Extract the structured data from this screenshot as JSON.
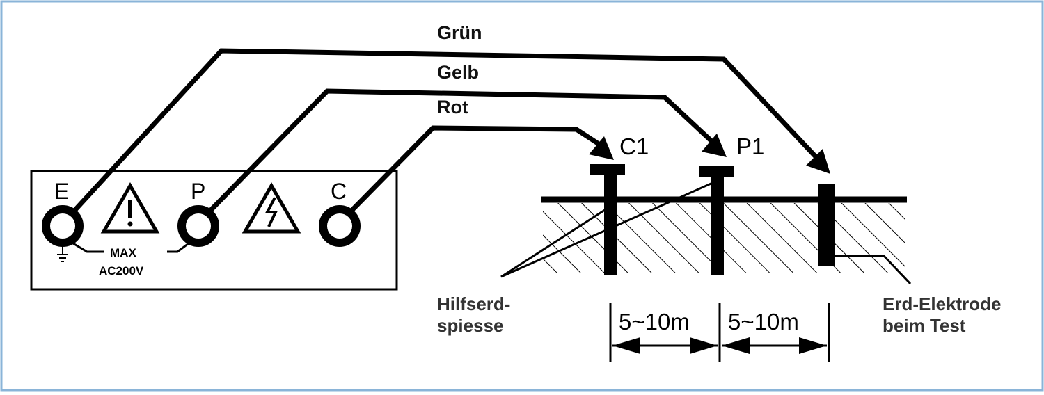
{
  "wires": {
    "green": "Grün",
    "yellow": "Gelb",
    "red": "Rot"
  },
  "meter": {
    "terminal_e": "E",
    "terminal_p": "P",
    "terminal_c": "C",
    "max_line1": "MAX",
    "max_line2": "AC200V"
  },
  "probes": {
    "c1": "C1",
    "p1": "P1"
  },
  "labels": {
    "aux_line1": "Hilfserd-",
    "aux_line2": "spiesse",
    "earth_line1": "Erd-Elektrode",
    "earth_line2": "beim Test"
  },
  "distances": {
    "d1": "5~10m",
    "d2": "5~10m"
  },
  "colors": {
    "frame": "#8ab4d8",
    "ink": "#000000"
  }
}
